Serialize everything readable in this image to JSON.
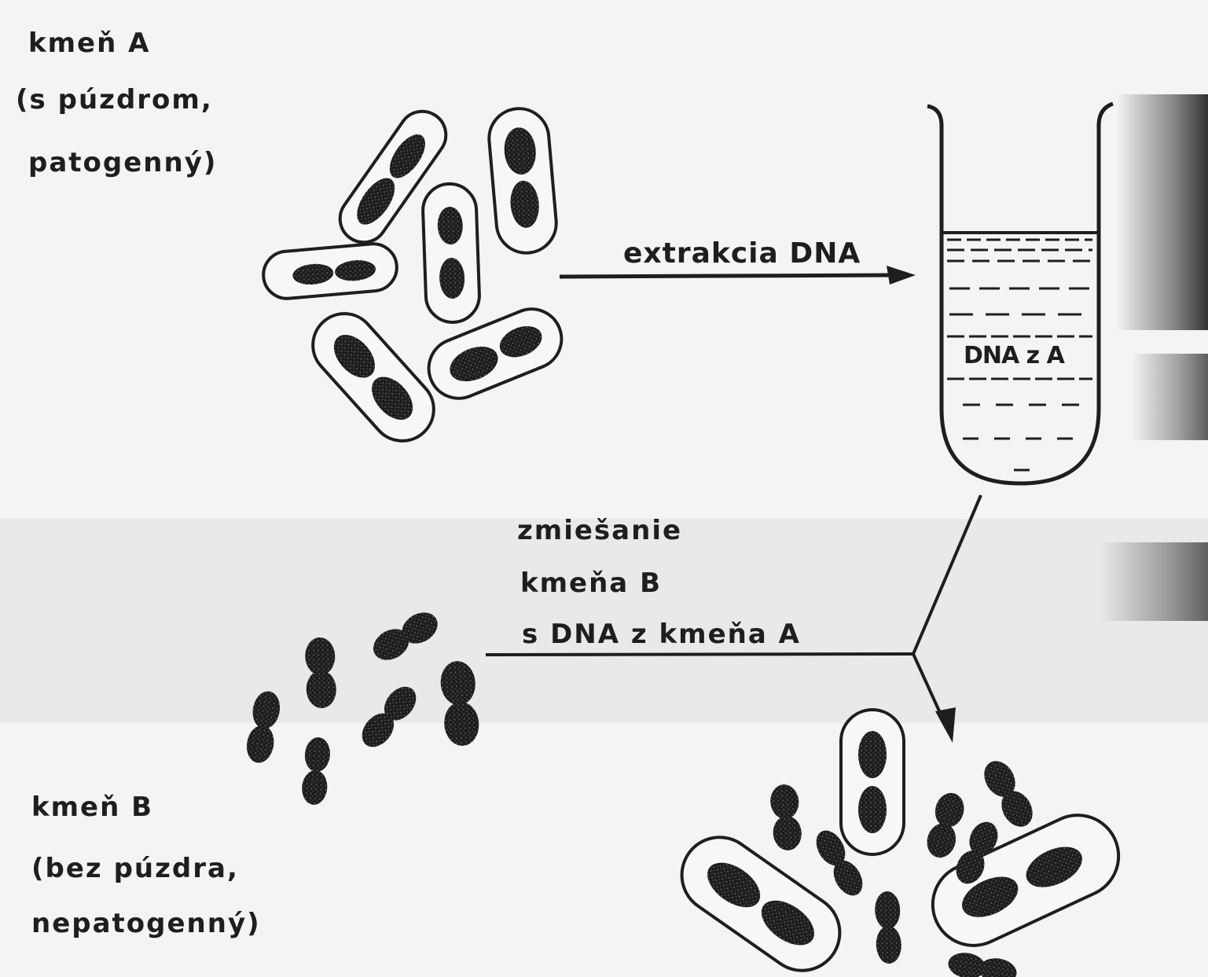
{
  "strain_a": {
    "name": "kmeň A",
    "line1": "(s púzdrom,",
    "line2": "patogenný)"
  },
  "strain_b": {
    "name": "kmeň B",
    "line1": "(bez púzdra,",
    "line2": "nepatogenný)"
  },
  "extraction_label": "extrakcia DNA",
  "tube_label": "DNA z A",
  "mixing": {
    "line1": "zmiešanie",
    "line2": "kmeňa B",
    "line3": "s DNA z kmeňa A"
  },
  "colors": {
    "ink": "#1e1e1e",
    "paper": "#f4f4f2"
  }
}
